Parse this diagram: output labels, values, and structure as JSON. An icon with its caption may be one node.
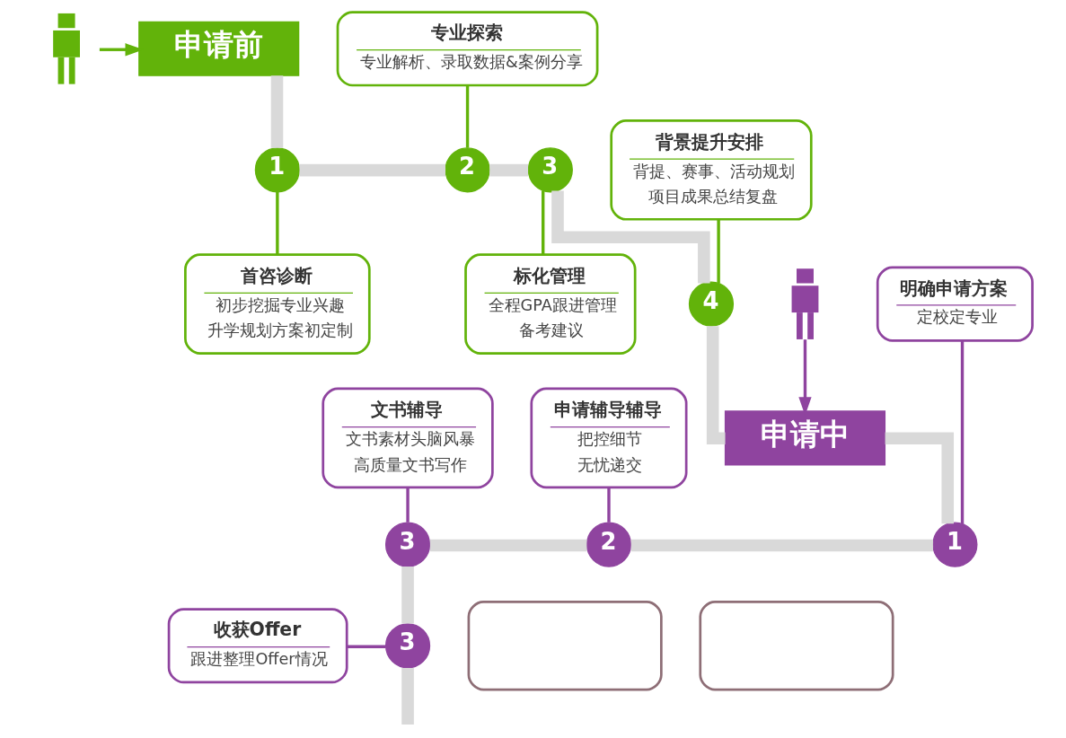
{
  "diagram": {
    "nodes": [
      {
        "text": [],
        "shape": "person"
      },
      {
        "text": [
          "申请前"
        ]
      },
      {
        "text": [
          "专业探索",
          "专业解析、录取数据&案例分享"
        ]
      },
      {
        "text": [
          "1"
        ]
      },
      {
        "text": [
          "2"
        ]
      },
      {
        "text": [
          "标化管理",
          "全程GPA跟进管理",
          "备考建议"
        ]
      },
      {
        "text": [
          "背景提升安排",
          "背提、赛事、活动规划",
          "项目成果总结复盘"
        ]
      },
      {
        "text": [
          "3"
        ]
      },
      {
        "text": [
          "首咨诊断",
          "初步挖掘专业兴趣",
          "升学规划方案初定制"
        ]
      },
      {
        "text": [
          "4"
        ]
      },
      {
        "text": [
          "明确申请方案",
          "定校定专业"
        ]
      },
      {
        "text": [
          "申请中"
        ]
      },
      {
        "text": [],
        "shape": "person"
      },
      {
        "text": [
          "文书辅导",
          "文书素材头脑风暴",
          "高质量文书写作"
        ]
      },
      {
        "text": [
          "申请辅导辅导",
          "把控细节",
          "无忧递交"
        ]
      },
      {
        "text": [
          "1"
        ]
      },
      {
        "text": [
          "3"
        ]
      },
      {
        "text": [
          "2"
        ]
      },
      {
        "text": [
          "收获Offer",
          "跟进整理Offer情况"
        ]
      },
      {
        "text": [
          "3"
        ]
      },
      {
        "text": [],
        "shape": "box"
      },
      {
        "text": [],
        "shape": "box"
      }
    ],
    "edges": [
      {
        "from": 0,
        "to": 1,
        "arrow": "to",
        "color": "#62b30a"
      },
      {
        "from": 1,
        "to": 3,
        "arrow": "none",
        "style": "thick"
      },
      {
        "from": 3,
        "to": 4,
        "arrow": "none",
        "style": "thick"
      },
      {
        "from": 4,
        "to": 7,
        "arrow": "none",
        "style": "thick"
      },
      {
        "from": 7,
        "to": 9,
        "arrow": "none",
        "style": "thick"
      },
      {
        "from": 9,
        "to": 11,
        "arrow": "none",
        "style": "thick"
      },
      {
        "from": 11,
        "to": 15,
        "arrow": "none",
        "style": "thick"
      },
      {
        "from": 17,
        "to": 15,
        "arrow": "none",
        "style": "thick"
      },
      {
        "from": 16,
        "to": 17,
        "arrow": "none",
        "style": "thick"
      },
      {
        "from": 16,
        "to": 19,
        "arrow": "none",
        "style": "thick"
      },
      {
        "from": 19,
        "to": null,
        "arrow": "none",
        "style": "thick"
      },
      {
        "from": 3,
        "to": 8,
        "arrow": "none",
        "color": "#62b30a"
      },
      {
        "from": 2,
        "to": 4,
        "arrow": "none",
        "color": "#62b30a"
      },
      {
        "from": 7,
        "to": 5,
        "arrow": "none",
        "color": "#62b30a"
      },
      {
        "from": 6,
        "to": 9,
        "arrow": "none",
        "color": "#62b30a"
      },
      {
        "from": 12,
        "to": 11,
        "arrow": "to",
        "color": "#8f449f"
      },
      {
        "from": 10,
        "to": 15,
        "arrow": "none",
        "color": "#8f449f"
      },
      {
        "from": 14,
        "to": 17,
        "arrow": "none",
        "color": "#8f449f"
      },
      {
        "from": 13,
        "to": 16,
        "arrow": "none",
        "color": "#8f449f"
      },
      {
        "from": 18,
        "to": 19,
        "arrow": "none",
        "color": "#8f449f"
      }
    ]
  }
}
